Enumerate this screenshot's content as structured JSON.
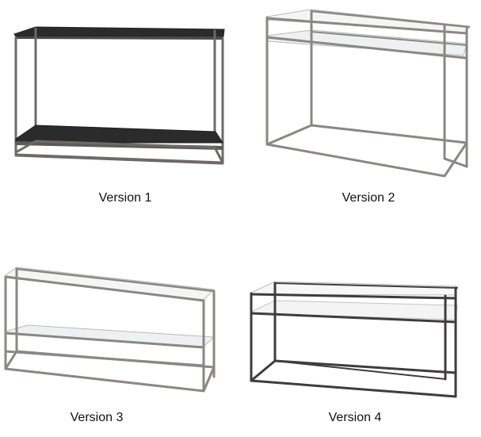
{
  "products": [
    {
      "caption": "Version 1",
      "top_shelf": "black",
      "lower_shelf": "black"
    },
    {
      "caption": "Version 2",
      "top_shelf": "clear glass",
      "lower_shelf": "clear glass"
    },
    {
      "caption": "Version 3",
      "top_shelf": "clear glass",
      "lower_shelf": "clear glass"
    },
    {
      "caption": "Version 4",
      "top_shelf": "white",
      "lower_shelf": "white"
    }
  ],
  "colors": {
    "background": "#ffffff",
    "frame": "#6d6a68",
    "black_top": "#2b2b2b",
    "glass": "#f4f6f6",
    "white_top": "#f7f7f7"
  }
}
